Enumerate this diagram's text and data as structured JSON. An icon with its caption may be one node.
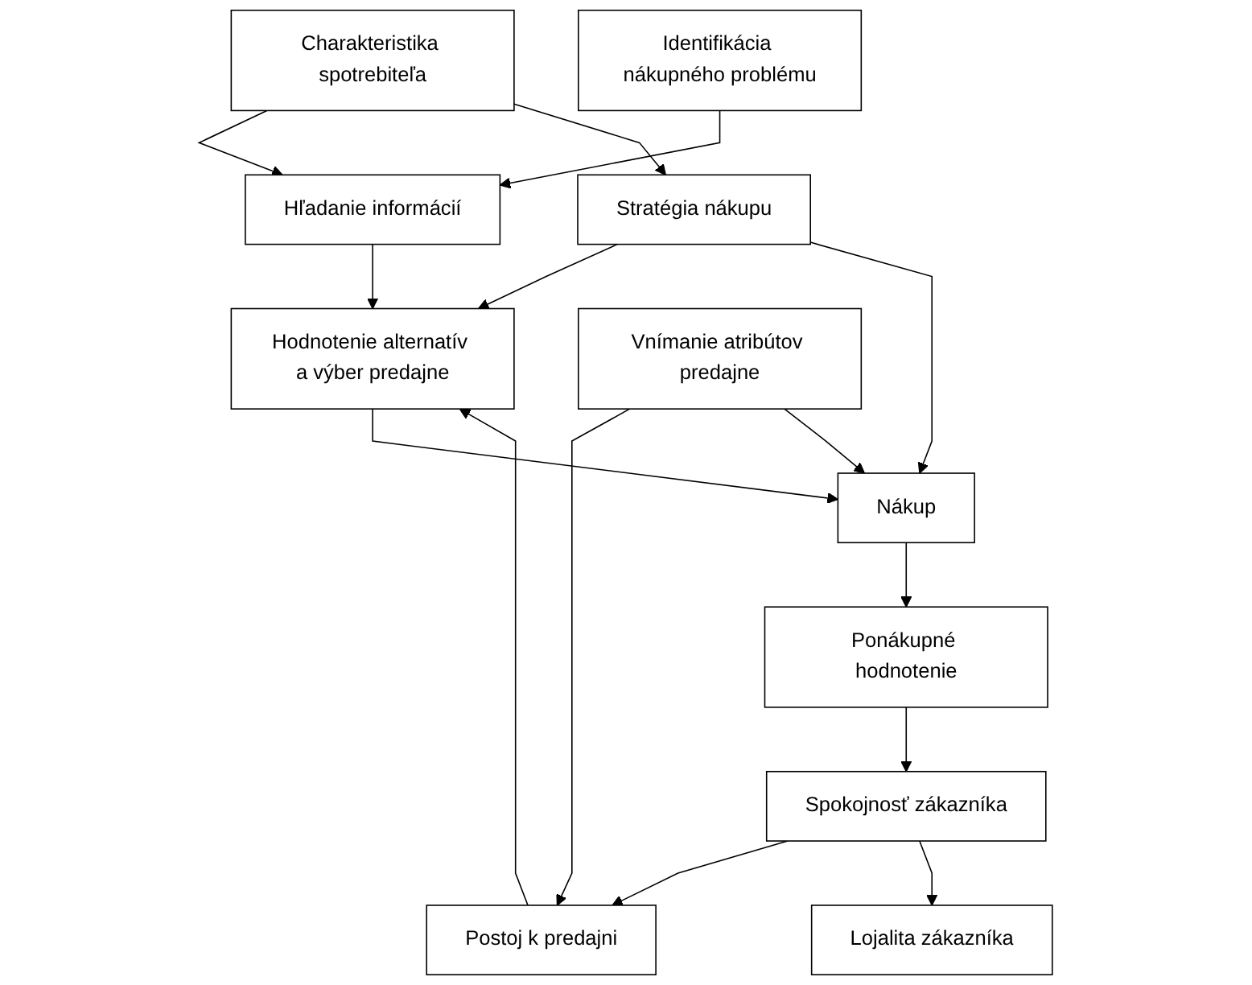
{
  "diagram": {
    "nodes": [
      {
        "text": [
          "Charakteristika spotrebiteľa"
        ]
      },
      {
        "text": [
          "Hľadanie informácií"
        ]
      },
      {
        "text": [
          "Stratégia nákupu"
        ]
      },
      {
        "text": [
          "Identifikácia nákupného problému"
        ]
      },
      {
        "text": [
          "Hodnotenie alternatív a výber predajne"
        ]
      },
      {
        "text": [
          "Postoj k predajni"
        ]
      },
      {
        "text": [
          "Vnímanie atribútov predajne"
        ]
      },
      {
        "text": [
          "Nákup"
        ]
      },
      {
        "text": [
          "Ponákupné hodnotenie"
        ]
      },
      {
        "text": [
          "Spokojnosť zákazníka"
        ]
      },
      {
        "text": [
          "Lojalita zákazníka"
        ]
      }
    ],
    "edges": [
      {
        "from": 0,
        "to": 1,
        "arrow": "to"
      },
      {
        "from": 0,
        "to": 2,
        "arrow": "to"
      },
      {
        "from": 3,
        "to": 1,
        "arrow": "to"
      },
      {
        "from": 1,
        "to": 4,
        "arrow": "to"
      },
      {
        "from": 5,
        "to": 4,
        "arrow": "to"
      },
      {
        "from": 2,
        "to": 4,
        "arrow": "to"
      },
      {
        "from": 2,
        "to": 7,
        "arrow": "to"
      },
      {
        "from": 4,
        "to": 7,
        "arrow": "to"
      },
      {
        "from": 6,
        "to": 5,
        "arrow": "to"
      },
      {
        "from": 6,
        "to": 7,
        "arrow": "to"
      },
      {
        "from": 7,
        "to": 8,
        "arrow": "to"
      },
      {
        "from": 8,
        "to": 9,
        "arrow": "to"
      },
      {
        "from": 9,
        "to": 5,
        "arrow": "to"
      },
      {
        "from": 9,
        "to": 10,
        "arrow": "to"
      }
    ]
  }
}
